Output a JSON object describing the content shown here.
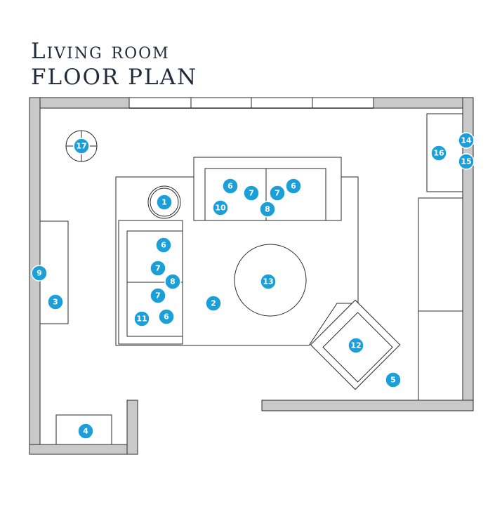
{
  "title": {
    "line1": "Living room",
    "line2": "floor plan"
  },
  "colors": {
    "wall": "#c9c9c9",
    "outline": "#2a2a2a",
    "marker": "#1a9fd8",
    "title": "#1f2a3a"
  },
  "markers": [
    "1",
    "2",
    "3",
    "4",
    "5",
    "6",
    "6",
    "6",
    "6",
    "7",
    "7",
    "7",
    "7",
    "8",
    "8",
    "9",
    "10",
    "11",
    "12",
    "13",
    "14",
    "15",
    "16",
    "17"
  ]
}
